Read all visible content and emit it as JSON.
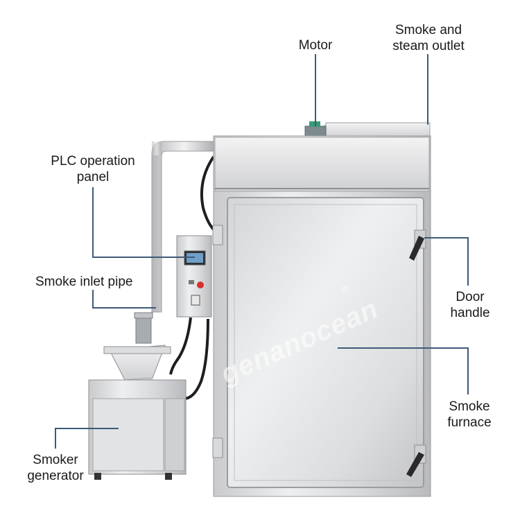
{
  "labels": {
    "motor": "Motor",
    "outlet_line1": "Smoke and",
    "outlet_line2": "steam outlet",
    "plc_line1": "PLC operation",
    "plc_line2": "panel",
    "inlet": "Smoke inlet pipe",
    "door_line1": "Door",
    "door_line2": "handle",
    "furnace_line1": "Smoke",
    "furnace_line2": "furnace",
    "generator_line1": "Smoker",
    "generator_line2": "generator"
  },
  "watermark": "genanocean",
  "watermark_mark": "®",
  "colors": {
    "leader": "#3d5a78",
    "steel_light": "#e3e4e6",
    "steel_dark": "#a9abae",
    "button_red": "#d9302c"
  }
}
